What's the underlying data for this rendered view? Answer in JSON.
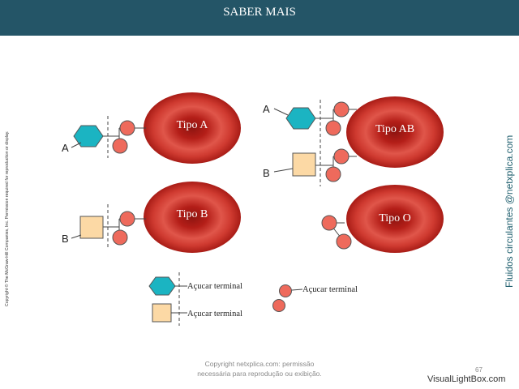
{
  "header": {
    "title": "SABER MAIS"
  },
  "cells": {
    "tipo_a": "Tipo A",
    "tipo_ab": "Tipo AB",
    "tipo_b": "Tipo B",
    "tipo_o": "Tipo O"
  },
  "antigen_labels": {
    "a_left": "A",
    "a_right": "A",
    "b_right": "B",
    "b_left": "B"
  },
  "legend": {
    "hexagon_label": "Açucar terminal",
    "square_label": "Açucar terminal",
    "circles_label": "Açucar terminal"
  },
  "side": {
    "copyright": "Copyright © The McGraw-Hill Companies, Inc. Permission required for reproduction or display.",
    "brand": "Fluidos circulantes @netxplica.com"
  },
  "footer": {
    "line1": "Copyright netxplica.com: permissão",
    "line2": "necessária para reprodução ou exibição.",
    "page_number": "67",
    "watermark": "VisualLightBox.com"
  },
  "colors": {
    "header_bg": "#245567",
    "hexagon": "#1bb4c2",
    "square": "#fcd9a5",
    "circle": "#ee6a5c",
    "cell": "#c42a24"
  }
}
